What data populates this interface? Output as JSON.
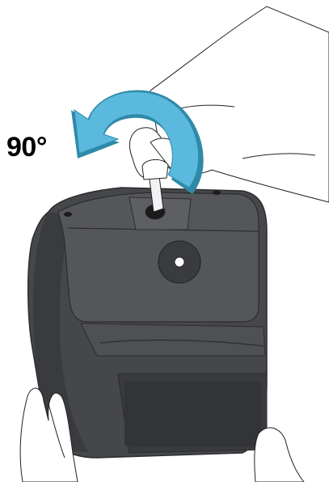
{
  "rotation": {
    "label": "90°",
    "arrow_color": "#4fb6d9",
    "arrow_dark": "#2f8aa8",
    "direction": "counter-clockwise"
  },
  "device": {
    "name": "portable-printer",
    "body_color": "#4a4b4e",
    "body_dark": "#35363a",
    "body_light": "#66676b"
  },
  "icons": [
    "hand-icon",
    "key-icon",
    "rotate-arrow-icon",
    "printer-icon"
  ]
}
